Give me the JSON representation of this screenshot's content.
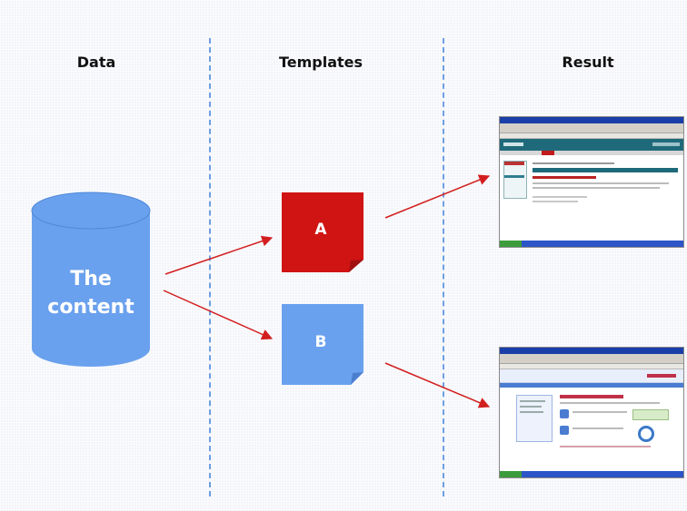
{
  "columns": {
    "data": "Data",
    "templates": "Templates",
    "result": "Result"
  },
  "cylinder": {
    "line1": "The",
    "line2": "content"
  },
  "templates": {
    "a_label": "A",
    "b_label": "B"
  },
  "colors": {
    "cylinder": "#6aa1ee",
    "template_a": "#d01313",
    "template_b": "#6aa1ee",
    "arrow": "#d21e1e",
    "divider": "#6c9fe0",
    "thumb_a_header": "#1f6a7a",
    "thumb_b_header": "#4a7cd1"
  }
}
